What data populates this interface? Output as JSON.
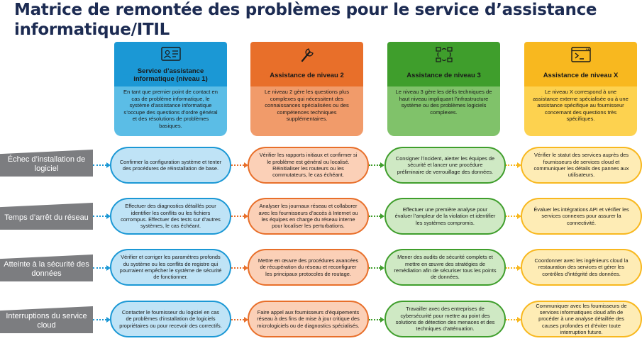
{
  "title": "Matrice de remontée des problèmes pour le service d’assistance informatique/ITIL",
  "colors": {
    "blue_top": "#1b98d5",
    "blue_light": "#5bbde6",
    "blue_pill": "#bfe3f6",
    "blue_border": "#1b98d5",
    "orange_top": "#e86f2a",
    "orange_light": "#f19b6a",
    "orange_pill": "#fbd0b7",
    "orange_border": "#e86f2a",
    "green_top": "#3f9e2c",
    "green_light": "#80c26a",
    "green_pill": "#cfe9c4",
    "green_border": "#3f9e2c",
    "yellow_top": "#f8b81f",
    "yellow_light": "#fdd24f",
    "yellow_pill": "#feecb5",
    "yellow_border": "#f8b81f",
    "row_gray": "#7c7d80"
  },
  "columns": [
    {
      "icon": "support-agent-icon",
      "label": "Service d’assistance informatique (niveau 1)",
      "description": "En tant que premier point de contact en cas de problème informatique, le système d’assistance informatique s’occupe des questions d’ordre général et des résolutions de problèmes basiques."
    },
    {
      "icon": "wrench-icon",
      "label": "Assistance de niveau 2",
      "description": "Le niveau 2 gère les questions plus complexes qui nécessitent des connaissances spécialisées ou des compétences techniques supplémentaires."
    },
    {
      "icon": "network-cycle-icon",
      "label": "Assistance de niveau 3",
      "description": "Le niveau 3 gère les défis techniques de haut niveau impliquant l’infrastructure système ou des problèmes logiciels complexes."
    },
    {
      "icon": "terminal-icon",
      "label": "Assistance de niveau X",
      "description": "Le niveau X correspond à une assistance externe spécialisée ou à une assistance spécifique au fournisseur concernant des questions très spécifiques."
    }
  ],
  "rows": [
    {
      "label": "Échec d’installation de logiciel",
      "cells": [
        "Confirmer la configuration système et tenter des procédures de réinstallation de base.",
        "Vérifier les rapports initiaux et confirmer si le problème est général ou localisé. Réinitialiser les routeurs ou les commutateurs, le cas échéant.",
        "Consigner l’incident, alerter les équipes de sécurité et lancer une procédure préliminaire de verrouillage des données.",
        "Vérifier le statut des services auprès des fournisseurs de services cloud et communiquer les détails des pannes aux utilisateurs."
      ]
    },
    {
      "label": "Temps d’arrêt du réseau",
      "cells": [
        "Effectuer des diagnostics détaillés pour identifier les conflits ou les fichiers corrompus. Effectuer des tests sur d’autres systèmes, le cas échéant.",
        "Analyser les journaux réseau et collaborer avec les fournisseurs d’accès à Internet ou les équipes en charge du réseau interne pour localiser les perturbations.",
        "Effectuer une première analyse pour évaluer l’ampleur de la violation et identifier les systèmes compromis.",
        "Évaluer les intégrations API et vérifier les services connexes pour assurer la connectivité."
      ]
    },
    {
      "label": "Atteinte à la sécurité des données",
      "cells": [
        "Vérifier et corriger les paramètres profonds du système ou les conflits de registre qui pourraient empêcher le système de sécurité de fonctionner.",
        "Mettre en œuvre des procédures avancées de récupération du réseau et reconfigurer les principaux protocoles de routage.",
        "Mener des audits de sécurité complets et mettre en œuvre des stratégies de remédiation afin de sécuriser tous les points de données.",
        "Coordonner avec les ingénieurs cloud la restauration des services et gérer les contrôles d’intégrité des données."
      ]
    },
    {
      "label": "Interruptions du service cloud",
      "cells": [
        "Contacter le fournisseur du logiciel en cas de problèmes d’installation de logiciels propriétaires ou pour recevoir des correctifs.",
        "Faire appel aux fournisseurs d’équipements réseau à des fins de mise à jour critique des micrologiciels ou de diagnostics spécialisés.",
        "Travailler avec des entreprises de cybersécurité pour mettre au point des solutions de détection des menaces et des techniques d’atténuation.",
        "Communiquer avec les fournisseurs de services informatiques cloud afin de procéder à une analyse détaillée des causes profondes et d’éviter toute interruption future."
      ]
    }
  ]
}
